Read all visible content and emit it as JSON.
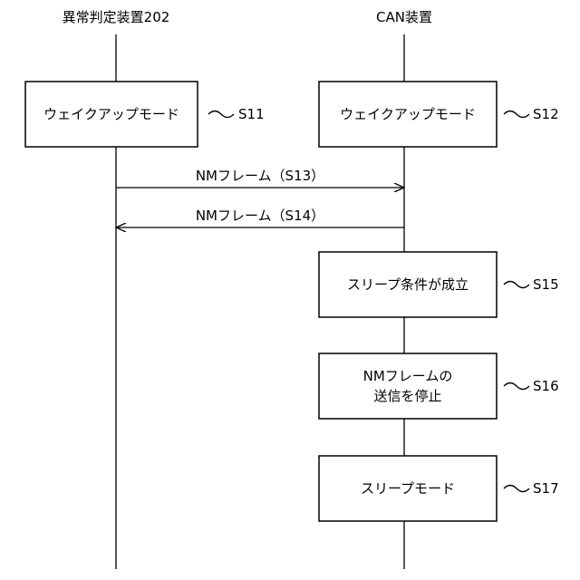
{
  "lanes": {
    "left": {
      "title": "異常判定装置202"
    },
    "right": {
      "title": "CAN装置"
    }
  },
  "steps": [
    {
      "id": "S11",
      "lane": "left",
      "text": [
        "ウェイクアップモード"
      ]
    },
    {
      "id": "S12",
      "lane": "right",
      "text": [
        "ウェイクアップモード"
      ]
    },
    {
      "id": "S15",
      "lane": "right",
      "text": [
        "スリープ条件が成立"
      ]
    },
    {
      "id": "S16",
      "lane": "right",
      "text": [
        "NMフレームの",
        "送信を停止"
      ]
    },
    {
      "id": "S17",
      "lane": "right",
      "text": [
        "スリープモード"
      ]
    }
  ],
  "messages": [
    {
      "id": "S13",
      "from": "left",
      "to": "right",
      "label": "NMフレーム（S13）"
    },
    {
      "id": "S14",
      "from": "right",
      "to": "left",
      "label": "NMフレーム（S14）"
    }
  ]
}
